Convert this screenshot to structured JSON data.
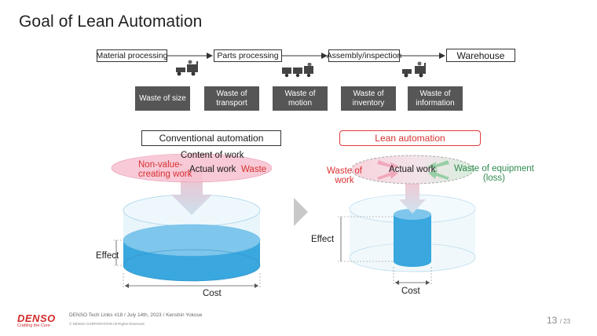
{
  "title": "Goal of Lean Automation",
  "flow": {
    "steps": [
      "Material processing",
      "Parts processing",
      "Assembly/inspection",
      "Warehouse"
    ]
  },
  "wastes": [
    {
      "line1": "Waste of size",
      "line2": ""
    },
    {
      "line1": "Waste of",
      "line2": "transport"
    },
    {
      "line1": "Waste of",
      "line2": "motion"
    },
    {
      "line1": "Waste of",
      "line2": "inventory"
    },
    {
      "line1": "Waste of",
      "line2": "information"
    }
  ],
  "conventional": {
    "header": "Conventional automation",
    "content_of_work": "Content of work",
    "non_value_line1": "Non-value-",
    "non_value_line2": "creating work",
    "actual_work": "Actual work",
    "waste": "Waste",
    "effect": "Effect",
    "cost": "Cost"
  },
  "lean": {
    "header": "Lean automation",
    "waste_of_work_line1": "Waste of",
    "waste_of_work_line2": "work",
    "actual_work": "Actual work",
    "waste_equipment_line1": "Waste of equipment",
    "waste_equipment_line2": "(loss)",
    "effect": "Effect",
    "cost": "Cost"
  },
  "footer": {
    "logo": "DENSO",
    "tagline": "Crafting the Core",
    "event": "DENSO Tech Links #18 / July 14th, 2023 / Kenshin Yokose",
    "copyright": "© DENSO CORPORATION All Rights Reserved.",
    "page": "13",
    "total": "/ 23"
  },
  "colors": {
    "accent_red": "#e03a3a",
    "waste_box": "#565656",
    "cylinder_blue": "#2e9fd6",
    "green_text": "#2f8a4e"
  }
}
